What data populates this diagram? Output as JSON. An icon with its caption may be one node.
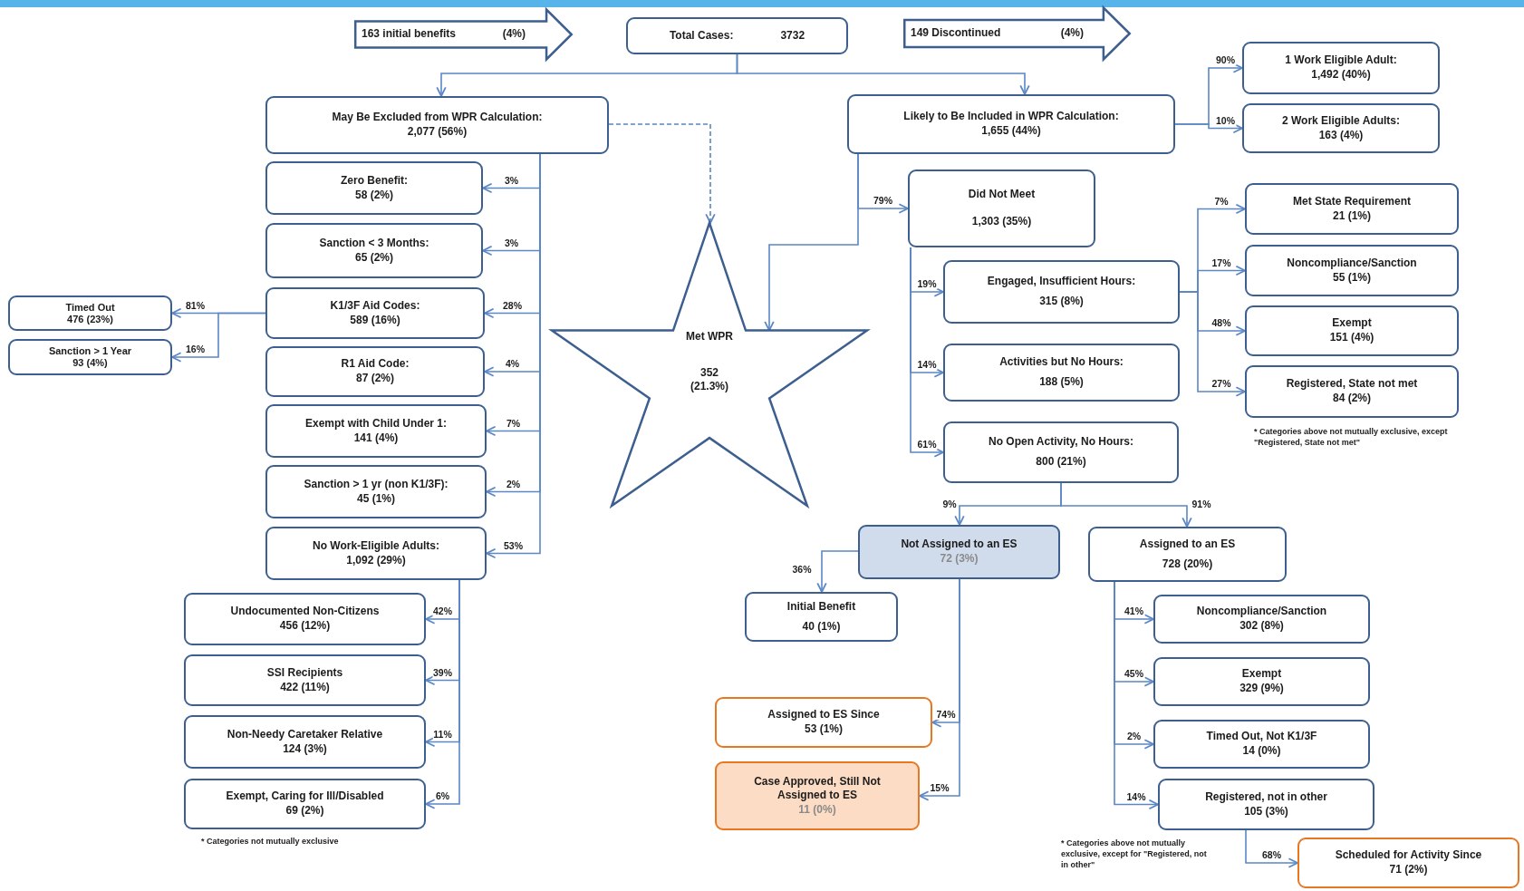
{
  "diagram": {
    "nodes": [
      {
        "text": [
          "163 initial benefits",
          "(4%)"
        ]
      },
      {
        "text": [
          "Total Cases:",
          "3732"
        ]
      },
      {
        "text": [
          "149 Discontinued",
          "(4%)"
        ]
      },
      {
        "text": [
          "May Be Excluded from WPR Calculation:",
          "2,077 (56%)"
        ]
      },
      {
        "text": [
          "Likely to Be Included in WPR Calculation:",
          "1,655 (44%)"
        ]
      },
      {
        "text": [
          "1 Work Eligible Adult:",
          "1,492 (40%)"
        ]
      },
      {
        "text": [
          "2 Work Eligible Adults:",
          "163 (4%)"
        ]
      },
      {
        "text": [
          "Zero Benefit:",
          "58 (2%)"
        ]
      },
      {
        "text": [
          "Sanction < 3 Months:",
          "65 (2%)"
        ]
      },
      {
        "text": [
          "K1/3F Aid Codes:",
          "589 (16%)"
        ]
      },
      {
        "text": [
          "R1 Aid Code:",
          "87 (2%)"
        ]
      },
      {
        "text": [
          "Exempt with Child Under 1:",
          "141 (4%)"
        ]
      },
      {
        "text": [
          "Sanction > 1 yr (non K1/3F):",
          "45 (1%)"
        ]
      },
      {
        "text": [
          "No Work-Eligible Adults:",
          "1,092 (29%)"
        ]
      },
      {
        "text": [
          "Timed Out",
          "476 (23%)"
        ]
      },
      {
        "text": [
          "Sanction > 1 Year",
          "93 (4%)"
        ]
      },
      {
        "text": [
          "Undocumented Non-Citizens",
          "456 (12%)"
        ]
      },
      {
        "text": [
          "SSI Recipients",
          "422 (11%)"
        ]
      },
      {
        "text": [
          "Non-Needy Caretaker Relative",
          "124 (3%)"
        ]
      },
      {
        "text": [
          "Exempt, Caring for Ill/Disabled",
          "69 (2%)"
        ]
      },
      {
        "text": [
          "Met WPR",
          "352 (21.3%)"
        ]
      },
      {
        "text": [
          "Did Not Meet",
          "1,303 (35%)"
        ]
      },
      {
        "text": [
          "Engaged, Insufficient Hours:",
          "315 (8%)"
        ]
      },
      {
        "text": [
          "Activities but No Hours:",
          "188 (5%)"
        ]
      },
      {
        "text": [
          "No Open Activity, No Hours:",
          "800 (21%)"
        ]
      },
      {
        "text": [
          "Met State Requirement",
          "21 (1%)"
        ]
      },
      {
        "text": [
          "Noncompliance/Sanction",
          "55 (1%)"
        ]
      },
      {
        "text": [
          "Exempt",
          "151 (4%)"
        ]
      },
      {
        "text": [
          "Registered, State not met",
          "84 (2%)"
        ]
      },
      {
        "text": [
          "Not Assigned to an ES",
          "72 (3%)"
        ]
      },
      {
        "text": [
          "Assigned to an ES",
          "728 (20%)"
        ]
      },
      {
        "text": [
          "Initial Benefit",
          "40 (1%)"
        ]
      },
      {
        "text": [
          "Assigned to ES Since",
          "53 (1%)"
        ]
      },
      {
        "text": [
          "Case Approved, Still Not Assigned to ES",
          "11 (0%)"
        ]
      },
      {
        "text": [
          "Noncompliance/Sanction",
          "302 (8%)"
        ]
      },
      {
        "text": [
          "Exempt",
          "329 (9%)"
        ]
      },
      {
        "text": [
          "Timed Out, Not K1/3F",
          "14 (0%)"
        ]
      },
      {
        "text": [
          "Registered, not in other",
          "105 (3%)"
        ]
      },
      {
        "text": [
          "Scheduled for Activity Since",
          "71 (2%)"
        ]
      }
    ],
    "edges": [
      {
        "from": 1,
        "to": 3,
        "arrow": "to"
      },
      {
        "from": 1,
        "to": 4,
        "arrow": "to"
      },
      {
        "from": 3,
        "to": 20,
        "arrow": "to",
        "style": "dashed"
      },
      {
        "from": 3,
        "to": 7,
        "arrow": "to",
        "label": "3%"
      },
      {
        "from": 3,
        "to": 8,
        "arrow": "to",
        "label": "3%"
      },
      {
        "from": 3,
        "to": 9,
        "arrow": "to",
        "label": "28%"
      },
      {
        "from": 3,
        "to": 10,
        "arrow": "to",
        "label": "4%"
      },
      {
        "from": 3,
        "to": 11,
        "arrow": "to",
        "label": "7%"
      },
      {
        "from": 3,
        "to": 12,
        "arrow": "to",
        "label": "2%"
      },
      {
        "from": 3,
        "to": 13,
        "arrow": "to",
        "label": "53%"
      },
      {
        "from": 9,
        "to": 14,
        "arrow": "to",
        "label": "81%"
      },
      {
        "from": 9,
        "to": 15,
        "arrow": "to",
        "label": "16%"
      },
      {
        "from": 13,
        "to": 16,
        "arrow": "to",
        "label": "42%"
      },
      {
        "from": 13,
        "to": 17,
        "arrow": "to",
        "label": "39%"
      },
      {
        "from": 13,
        "to": 18,
        "arrow": "to",
        "label": "11%"
      },
      {
        "from": 13,
        "to": 19,
        "arrow": "to",
        "label": "6%"
      },
      {
        "from": 4,
        "to": 5,
        "arrow": "to",
        "label": "90%"
      },
      {
        "from": 4,
        "to": 6,
        "arrow": "to",
        "label": "10%"
      },
      {
        "from": 4,
        "to": 21,
        "arrow": "to",
        "label": "79%"
      },
      {
        "from": 4,
        "to": 20,
        "arrow": "to"
      },
      {
        "from": 21,
        "to": 22,
        "arrow": "to",
        "label": "19%"
      },
      {
        "from": 21,
        "to": 23,
        "arrow": "to",
        "label": "14%"
      },
      {
        "from": 21,
        "to": 24,
        "arrow": "to",
        "label": "61%"
      },
      {
        "from": 22,
        "to": 25,
        "arrow": "to",
        "label": "7%"
      },
      {
        "from": 22,
        "to": 26,
        "arrow": "to",
        "label": "17%"
      },
      {
        "from": 22,
        "to": 27,
        "arrow": "to",
        "label": "48%"
      },
      {
        "from": 22,
        "to": 28,
        "arrow": "to",
        "label": "27%"
      },
      {
        "from": 24,
        "to": 29,
        "arrow": "to",
        "label": "9%"
      },
      {
        "from": 24,
        "to": 30,
        "arrow": "to",
        "label": "91%"
      },
      {
        "from": 29,
        "to": 31,
        "arrow": "to",
        "label": "36%"
      },
      {
        "from": 29,
        "to": 32,
        "arrow": "to",
        "label": "74%"
      },
      {
        "from": 29,
        "to": 33,
        "arrow": "to",
        "label": "15%"
      },
      {
        "from": 30,
        "to": 34,
        "arrow": "to",
        "label": "41%"
      },
      {
        "from": 30,
        "to": 35,
        "arrow": "to",
        "label": "45%"
      },
      {
        "from": 30,
        "to": 36,
        "arrow": "to",
        "label": "2%"
      },
      {
        "from": 30,
        "to": 37,
        "arrow": "to",
        "label": "14%"
      },
      {
        "from": 37,
        "to": 38,
        "arrow": "to",
        "label": "68%"
      }
    ],
    "labels": [
      "* Categories above not mutually exclusive, except \"Registered, State not met\"",
      "* Categories not mutually exclusive",
      "* Categories above not mutually exclusive, except for \"Registered, not in other\""
    ]
  }
}
